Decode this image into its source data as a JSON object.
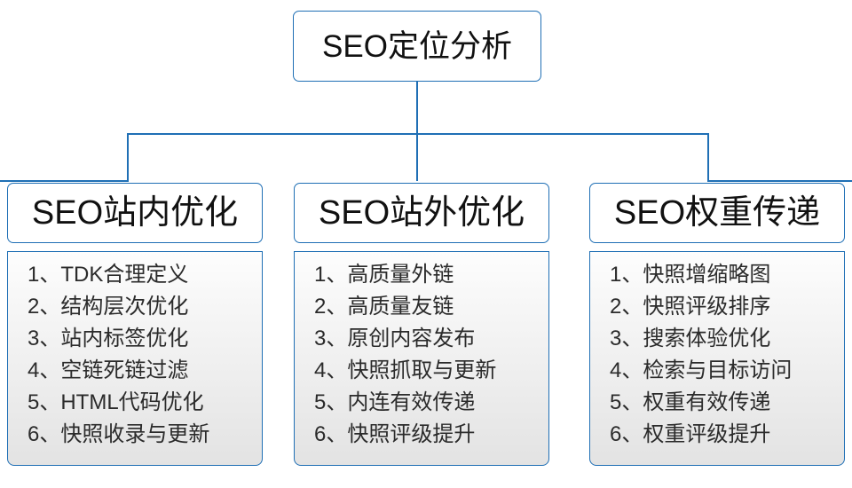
{
  "diagram": {
    "type": "organizational-tree",
    "colors": {
      "connector": "#1f6fb5",
      "border": "#1f6fb5",
      "header_background": "#ffffff",
      "list_background_top": "#fdfdfd",
      "list_background_bottom": "#e3e3e3",
      "title_text": "#111111",
      "item_text": "#2b2b2b"
    },
    "root": {
      "label": "SEO定位分析"
    },
    "branches": [
      {
        "header": "SEO站内优化",
        "items": [
          "1、TDK合理定义",
          "2、结构层次优化",
          "3、站内标签优化",
          "4、空链死链过滤",
          "5、HTML代码优化",
          "6、快照收录与更新"
        ]
      },
      {
        "header": "SEO站外优化",
        "items": [
          "1、高质量外链",
          "2、高质量友链",
          "3、原创内容发布",
          "4、快照抓取与更新",
          "5、内连有效传递",
          "6、快照评级提升"
        ]
      },
      {
        "header": "SEO权重传递",
        "items": [
          "1、快照增缩略图",
          "2、快照评级排序",
          "3、搜索体验优化",
          "4、检索与目标访问",
          "5、权重有效传递",
          "6、权重评级提升"
        ]
      }
    ]
  }
}
